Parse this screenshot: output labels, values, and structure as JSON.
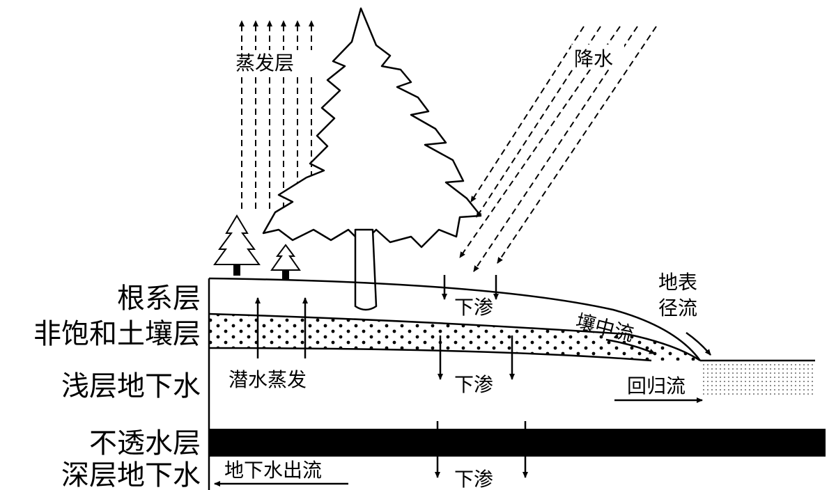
{
  "layers": {
    "root": "根系层",
    "unsaturated": "非饱和土壤层",
    "shallow_groundwater": "浅层地下水",
    "impermeable": "不透水层",
    "deep_groundwater": "深层地下水"
  },
  "processes": {
    "evaporation_layer": "蒸发层",
    "precipitation": "降水",
    "surface_runoff_line1": "地表",
    "surface_runoff_line2": "径流",
    "interflow": "壤中流",
    "return_flow": "回归流",
    "phreatic_evaporation": "潜水蒸发",
    "percolation": "下渗",
    "groundwater_outflow": "地下水出流"
  },
  "colors": {
    "ink": "#000000",
    "background": "#ffffff"
  }
}
